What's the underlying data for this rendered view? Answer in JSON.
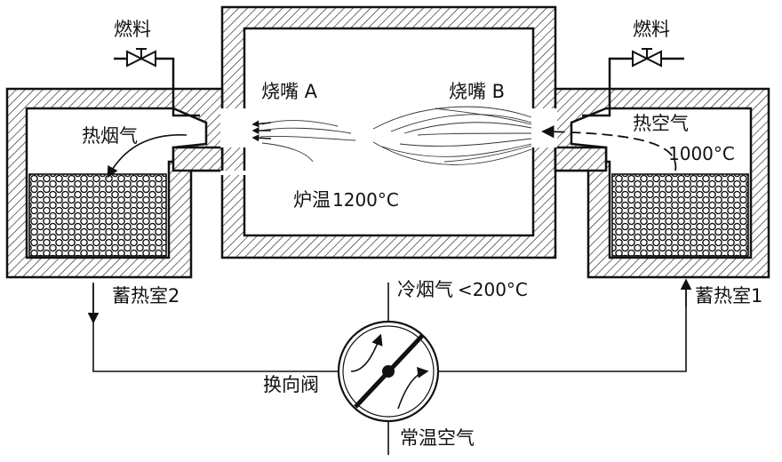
{
  "labels": {
    "fuel_left": "燃料",
    "fuel_right": "燃料",
    "burner_a": "烧嘴 A",
    "burner_b": "烧嘴 B",
    "hot_flue_gas": "热烟气",
    "hot_air": "热空气",
    "hot_air_temp": "1000°C",
    "furnace_temp_label": "炉温",
    "furnace_temp_value": "1200°C",
    "regenerator_2": "蓄热室2",
    "regenerator_1": "蓄热室1",
    "cold_flue_gas": "冷烟气",
    "cold_flue_gas_temp": "<200°C",
    "reversing_valve": "换向阀",
    "ambient_air": "常温空气"
  },
  "colors": {
    "ink": "#111111",
    "background": "#ffffff"
  }
}
